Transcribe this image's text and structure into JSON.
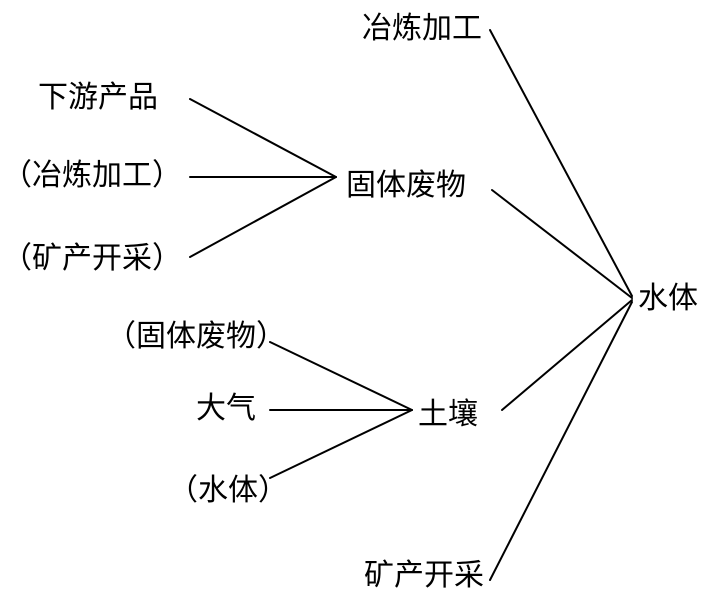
{
  "nodes": {
    "top_smelting": "冶炼加工",
    "downstream_products": "下游产品",
    "smelting_paren": "（冶炼加工）",
    "mining_paren": "（矿产开采）",
    "solid_waste": "固体废物",
    "water_body": "水体",
    "solid_waste_paren": "（固体废物）",
    "atmosphere": "大气",
    "soil": "土壤",
    "water_paren": "（水体）",
    "bottom_mining": "矿产开采"
  },
  "colors": {
    "line": "#000000",
    "text": "#000000",
    "background": "#ffffff"
  }
}
